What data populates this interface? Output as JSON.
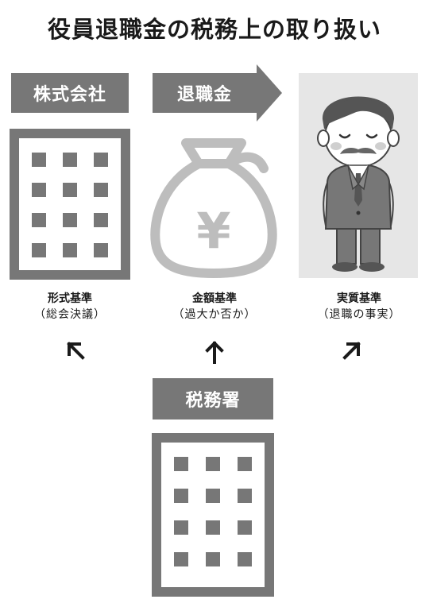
{
  "title": "役員退職金の税務上の取り扱い",
  "top_labels": {
    "company": "株式会社",
    "retirement_pay": "退職金"
  },
  "criteria": [
    {
      "main": "形式基準",
      "sub": "（総会決議）"
    },
    {
      "main": "金額基準",
      "sub": "（過大か否か）"
    },
    {
      "main": "実質基準",
      "sub": "（退職の事実）"
    }
  ],
  "tax_office_label": "税務署",
  "yen_symbol": "¥",
  "colors": {
    "label_bg": "#777777",
    "building": "#777777",
    "money_bag": "#bdbdbd",
    "person_bg": "#e6e6e6"
  }
}
